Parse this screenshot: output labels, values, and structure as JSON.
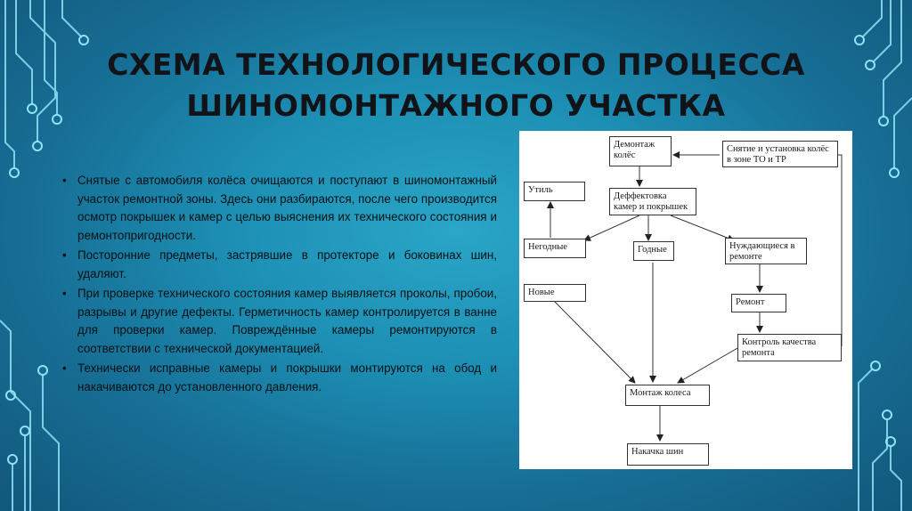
{
  "slide": {
    "title_line1": "СХЕМА ТЕХНОЛОГИЧЕСКОГО ПРОЦЕССА",
    "title_line2": "ШИНОМОНТАЖНОГО УЧАСТКА"
  },
  "bullets": [
    "Снятые с автомобиля колёса очищаются и поступают в шиномонтажный участок ремонтной зоны. Здесь они разбираются, после чего производится осмотр покрышек и камер с целью выяснения их технического состояния и ремонтопригодности.",
    "Посторонние предметы, застрявшие в протекторе и боковинах шин, удаляют.",
    "При проверке технического состояния камер выявляется проколы, пробои, разрывы и другие дефекты. Герметичность камер контролируется в ванне для проверки камер. Повреждённые камеры ремонтируются в соответствии с технической документацией.",
    "Технически исправные камеры и покрышки монтируются на обод и накачиваются до установленного давления."
  ],
  "bullet_symbol": "•",
  "diagram": {
    "nodes": {
      "dismount": "Демонтаж колёс",
      "removal": "Снятие и установка колёс в зоне ТО и ТР",
      "utility": "Утиль",
      "inspection": "Деффектовка камер и покрышек",
      "unfit": "Негодные",
      "fit": "Годные",
      "need_repair": "Нуждающиеся в ремонте",
      "new": "Новые",
      "repair": "Ремонт",
      "quality": "Контроль качества ремонта",
      "mounting": "Монтаж колеса",
      "inflation": "Накачка шин"
    }
  },
  "colors": {
    "background": "#1d8fb4",
    "circuit_lines": "#8fe3f5",
    "text": "#0b1014"
  }
}
